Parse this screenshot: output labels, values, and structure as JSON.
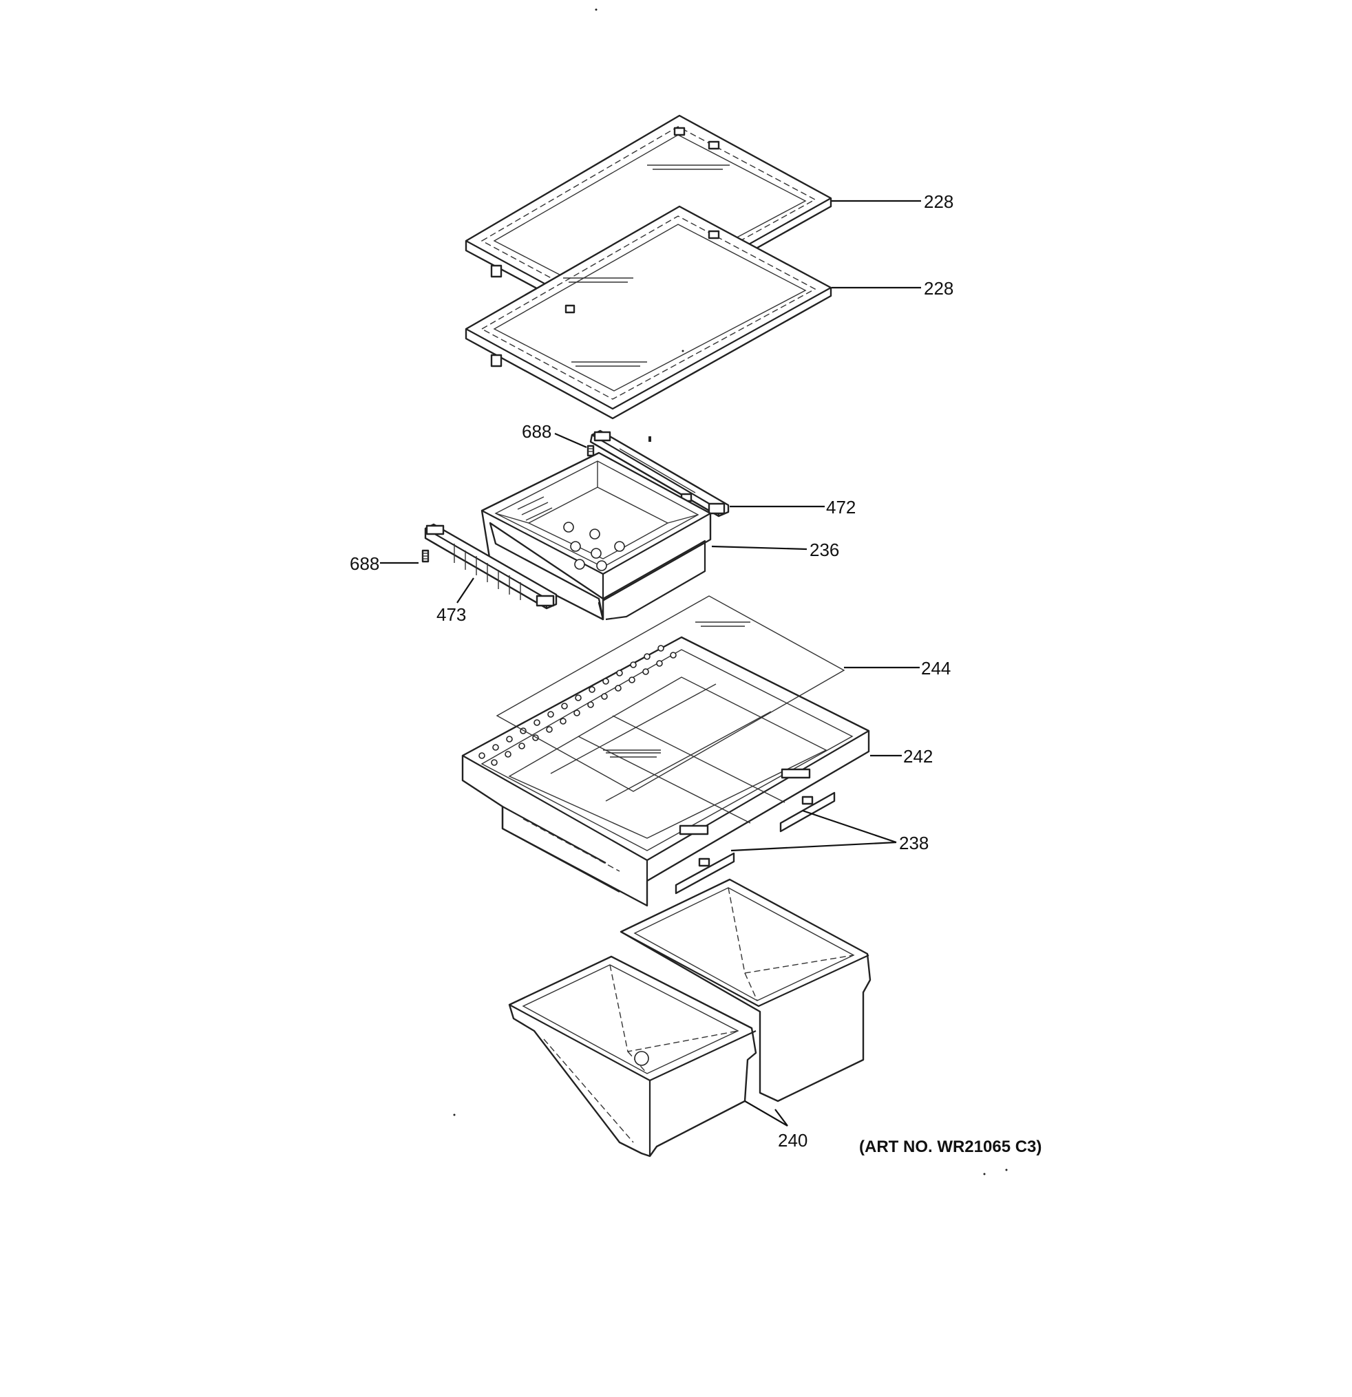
{
  "callouts": {
    "c228a": "228",
    "c228b": "228",
    "c688a": "688",
    "c472": "472",
    "c236": "236",
    "c688b": "688",
    "c473": "473",
    "c244": "244",
    "c242": "242",
    "c238": "238",
    "c240": "240"
  },
  "art_number": "(ART NO. WR21065 C3)"
}
